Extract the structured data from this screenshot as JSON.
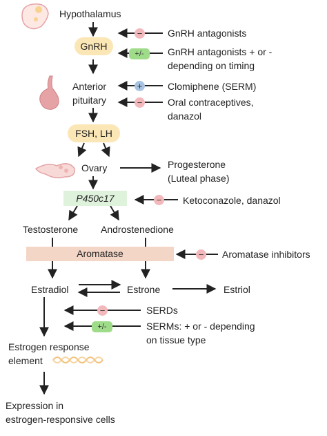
{
  "nodes": {
    "hypothalamus": "Hypothalamus",
    "gnrh": "GnRH",
    "anterior_pituitary": [
      "Anterior",
      "pituitary"
    ],
    "fsh_lh": "FSH, LH",
    "ovary": "Ovary",
    "progesterone": [
      "Progesterone",
      "(Luteal phase)"
    ],
    "p450c17": "P450c17",
    "testosterone": "Testosterone",
    "androstenedione": "Androstenedione",
    "aromatase": "Aromatase",
    "estradiol": "Estradiol",
    "estrone": "Estrone",
    "estriol": "Estriol",
    "ere": [
      "Estrogen response",
      "element"
    ],
    "expression": [
      "Expression in",
      "estrogen-responsive cells"
    ]
  },
  "modulators": {
    "gnrh_antagonists": "GnRH antagonists",
    "gnrh_agonists": [
      "GnRH antagonists + or -",
      "depending on timing"
    ],
    "clomiphene": "Clomiphene (SERM)",
    "ocp": [
      "Oral contraceptives,",
      "danazol"
    ],
    "ketoconazole": "Ketoconazole, danazol",
    "aromatase_inhibitors": "Aromatase inhibitors",
    "serds": "SERDs",
    "serms": [
      "SERMs: + or - depending",
      "on tissue type"
    ]
  },
  "badges": {
    "minus": "−",
    "plus": "+",
    "plus_minus": "+/-"
  },
  "colors": {
    "inhibit_badge": "#f2b8bb",
    "stimulate_badge": "#a9c3e3",
    "mixed_badge": "#9fdc8a",
    "hormone_pill": "#fbe6b5",
    "enzyme_box": "#f4d6c7",
    "p450_box": "#dff2dc",
    "tissue_pink": "#e5a3a6"
  }
}
